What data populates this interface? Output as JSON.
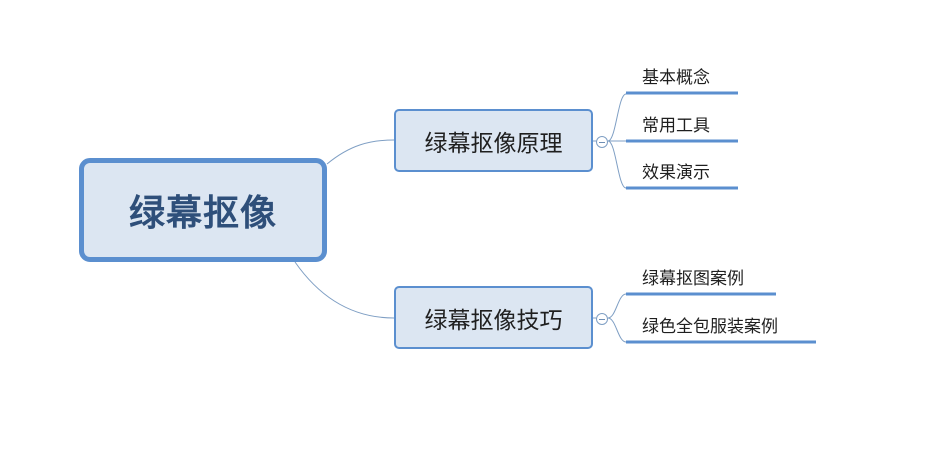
{
  "root": {
    "label": "绿幕抠像"
  },
  "branches": [
    {
      "label": "绿幕抠像原理",
      "children": [
        "基本概念",
        "常用工具",
        "效果演示"
      ]
    },
    {
      "label": "绿幕抠像技巧",
      "children": [
        "绿幕抠图案例",
        "绿色全包服装案例"
      ]
    }
  ],
  "colors": {
    "accent": "#5b8fcf",
    "node_fill": "#dce6f2",
    "root_text": "#2e4f7a",
    "connector": "#7f9fc4"
  }
}
